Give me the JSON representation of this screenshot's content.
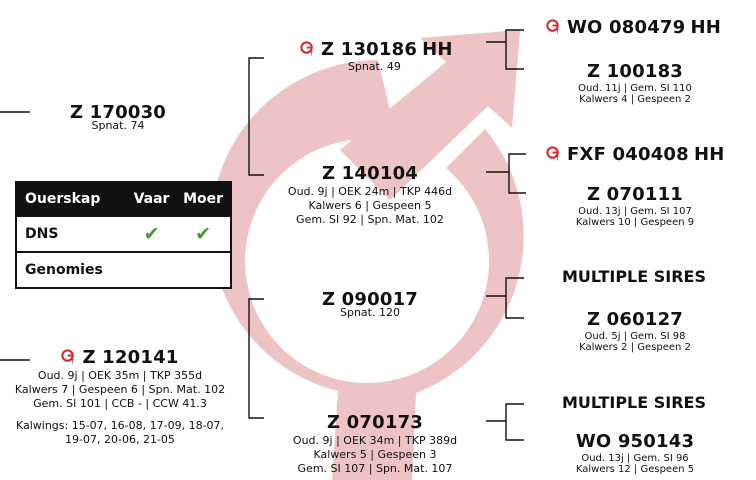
{
  "colors": {
    "arrow": "#eec3c3",
    "line": "#111111",
    "check": "#3aa02a",
    "icon_red": "#d6282e"
  },
  "icons": {
    "genomic": "genomics-g-icon",
    "check": "check-icon"
  },
  "nodes": {
    "gg_sire": {
      "id": "WO 080479",
      "suffix": "HH"
    },
    "gg_sire_dam": {
      "id": "Z 100183",
      "line1": "Oud. 11j | Gem. SI 110",
      "line2": "Kalwers 4 | Gespeen 2"
    },
    "g_sire": {
      "id": "Z 130186",
      "suffix": "HH",
      "line1": "Spnat. 49"
    },
    "sire": {
      "id": "Z 170030",
      "line1": "Spnat. 74"
    },
    "g_dam_sire": {
      "id": "FXF 040408",
      "suffix": "HH"
    },
    "g_dam_dam": {
      "id": "Z 070111",
      "line1": "Oud. 13j | Gem. SI 107",
      "line2": "Kalwers 10 | Gespeen 9"
    },
    "g_dam": {
      "id": "Z 140104",
      "line1": "Oud. 9j | OEK 24m | TKP 446d",
      "line2": "Kalwers 6 | Gespeen 5",
      "line3": "Gem. SI 92 | Spn. Mat. 102"
    },
    "d_sire_sire": {
      "label": "MULTIPLE SIRES"
    },
    "d_sire_dam": {
      "id": "Z 060127",
      "line1": "Oud. 5j | Gem. SI 98",
      "line2": "Kalwers 2 | Gespeen 2"
    },
    "d_sire": {
      "id": "Z 090017",
      "line1": "Spnat. 120"
    },
    "dam": {
      "id": "Z 120141",
      "line1": "Oud. 9j | OEK 35m | TKP 355d",
      "line2": "Kalwers 7 | Gespeen 6 | Spn. Mat. 102",
      "line3": "Gem. SI 101 | CCB - | CCW 41.3",
      "calvings1": "Kalwings: 15-07, 16-08, 17-09, 18-07,",
      "calvings2": "19-07, 20-06, 21-05"
    },
    "d_dam_sire": {
      "label": "MULTIPLE SIRES"
    },
    "d_dam_dam": {
      "id": "WO 950143",
      "line1": "Oud. 13j | Gem. SI 96",
      "line2": "Kalwers 12 | Gespeen 5"
    },
    "d_dam": {
      "id": "Z 070173",
      "line1": "Oud. 9j | OEK 34m | TKP 389d",
      "line2": "Kalwers 5 | Gespeen 3",
      "line3": "Gem. SI 107 | Spn. Mat. 107"
    }
  },
  "parentage_table": {
    "headers": [
      "Ouerskap",
      "Vaar",
      "Moer"
    ],
    "rows": [
      {
        "label": "DNS",
        "vaar": "✔",
        "moer": "✔"
      },
      {
        "label": "Genomies",
        "vaar": "",
        "moer": ""
      }
    ]
  }
}
